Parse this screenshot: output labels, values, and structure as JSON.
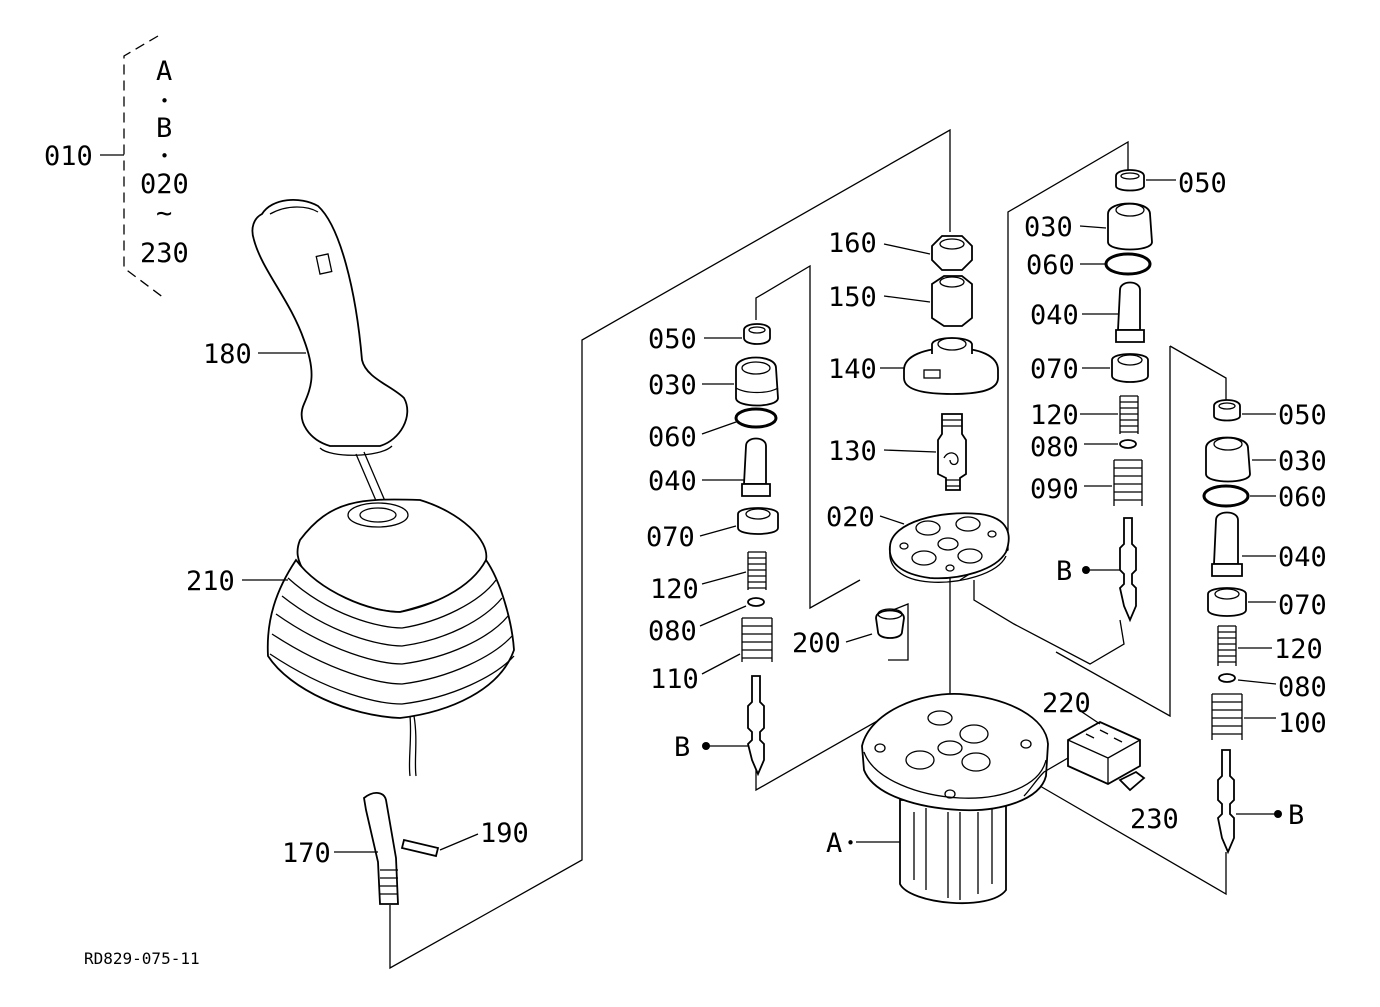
{
  "diagram": {
    "drawing_number": "RD829-075-11",
    "kit_bracket": {
      "number": "010",
      "members": [
        "A",
        "B",
        "020",
        "230"
      ],
      "dot": "•",
      "range_mark": "~"
    },
    "callouts": {
      "c180": "180",
      "c210": "210",
      "c170": "170",
      "c190": "190",
      "c160": "160",
      "c150": "150",
      "c140": "140",
      "c130": "130",
      "c020": "020",
      "c200": "200",
      "c220": "220",
      "c230": "230",
      "cA": "A",
      "l050": "050",
      "l030": "030",
      "l060": "060",
      "l040": "040",
      "l070": "070",
      "l120": "120",
      "l080": "080",
      "l110": "110",
      "lB": "B",
      "m050": "050",
      "m030": "030",
      "m060": "060",
      "m040": "040",
      "m070": "070",
      "m120": "120",
      "m080": "080",
      "m090": "090",
      "mB": "B",
      "r050": "050",
      "r030": "030",
      "r060": "060",
      "r040": "040",
      "r070": "070",
      "r120": "120",
      "r080": "080",
      "r100": "100",
      "rB": "B"
    }
  }
}
